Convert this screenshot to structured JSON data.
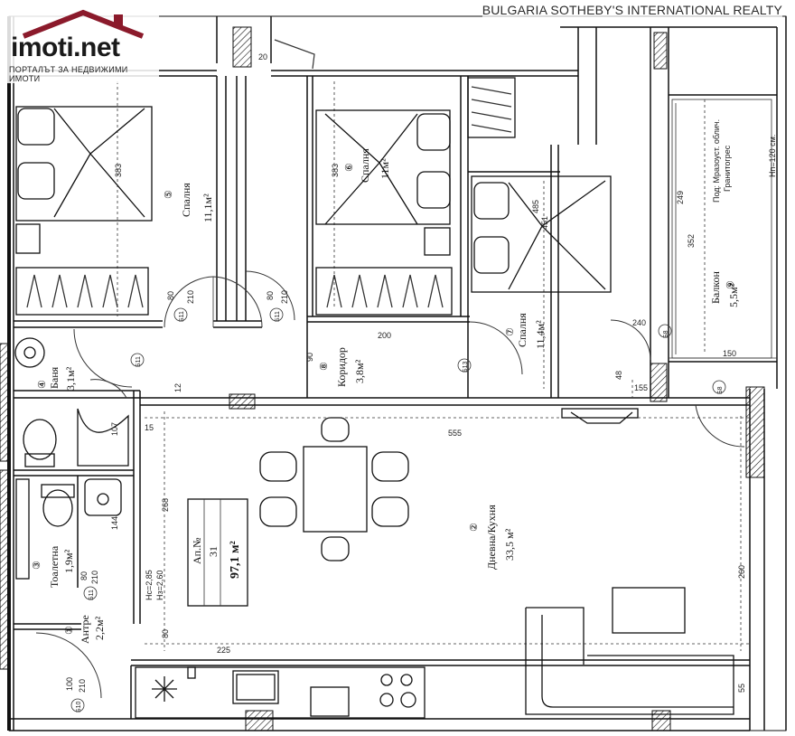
{
  "brand": {
    "name": "imoti.net",
    "tagline": "ПОРТАЛЪТ ЗА НЕДВИЖИМИ ИМОТИ",
    "accent_color": "#8b1a2b"
  },
  "watermark": "BULGARIA SOTHEBY'S INTERNATIONAL REALTY",
  "apartment": {
    "label": "Ап.№",
    "number": "31",
    "area": "97,1 м²",
    "height_note_1": "Нс=2,85",
    "height_note_2": "Нз=2,60"
  },
  "rooms": [
    {
      "id": "r1",
      "num": "①",
      "name": "Антре",
      "area": "2,2м²"
    },
    {
      "id": "r2",
      "num": "②",
      "name": "Дневна/Кухня",
      "area": "33,5 м²"
    },
    {
      "id": "r3",
      "num": "③",
      "name": "Тоалетна",
      "area": "1,9м²"
    },
    {
      "id": "r4",
      "num": "④",
      "name": "Баня",
      "area": "3,1м²"
    },
    {
      "id": "r5",
      "num": "⑤",
      "name": "Спалня",
      "area": "11,1м²"
    },
    {
      "id": "r6",
      "num": "⑥",
      "name": "Спалня",
      "area": "11м²"
    },
    {
      "id": "r7",
      "num": "⑦",
      "name": "Спалня",
      "area": "11,4м²"
    },
    {
      "id": "r8",
      "num": "⑧",
      "name": "Коридор",
      "area": "3,8м²"
    },
    {
      "id": "r9",
      "num": "⑨",
      "name": "Балкон",
      "area": "5,5м²"
    }
  ],
  "balcony_notes": {
    "floor": "Под: Мразоуст. облич.",
    "floor2": "Гранитогрес",
    "rail": "Нп=120 см."
  },
  "doors": {
    "b1": "Б11",
    "b2": "Б11",
    "b3": "Б13",
    "b4": "Б11",
    "b5": "Б11",
    "b6": "Б10",
    "b7": "Б8",
    "b8": "Б8",
    "d80": "80",
    "d210": "210",
    "d100": "100"
  },
  "dims": {
    "d383a": "383",
    "d383b": "383",
    "d451": "451",
    "d485": "485",
    "d555": "555",
    "d268": "268",
    "d260": "260",
    "d249": "249",
    "d352": "352",
    "d107": "107",
    "d144": "144",
    "d150": "150",
    "d240": "240",
    "d200": "200",
    "d90": "90",
    "d48": "48",
    "d155": "155",
    "d80": "80",
    "d225": "225",
    "d55": "55",
    "d15": "15",
    "d12": "12",
    "d20": "20"
  }
}
